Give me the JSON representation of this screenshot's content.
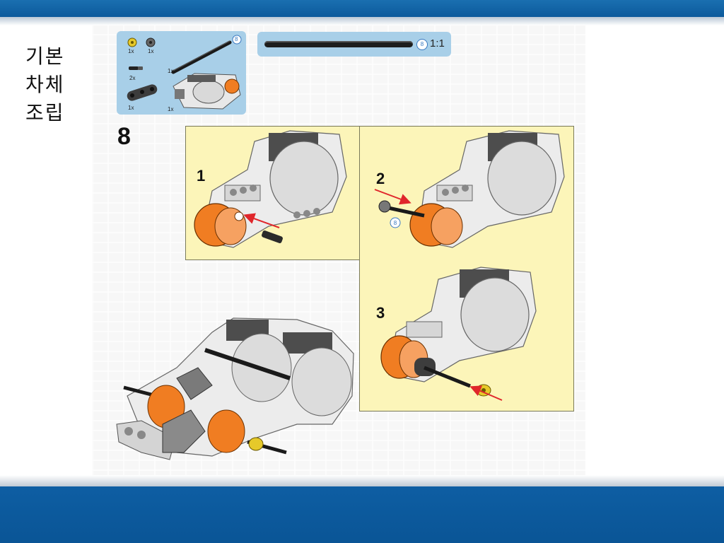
{
  "slide": {
    "title_lines": [
      "기본",
      "차체",
      "조립"
    ]
  },
  "parts_callout": {
    "items": [
      {
        "icon": "yellow-bushing-icon",
        "qty": "1x"
      },
      {
        "icon": "dark-bushing-icon",
        "qty": "1x"
      },
      {
        "icon": "axle-8-icon",
        "qty": "1x"
      },
      {
        "icon": "pin-icon",
        "qty": "2x"
      },
      {
        "icon": "beam-3-icon",
        "qty": "1x"
      },
      {
        "icon": "servo-motor-icon",
        "qty": "1x"
      }
    ],
    "badge": "8"
  },
  "axle_scale": {
    "badge": "8",
    "scale": "1:1"
  },
  "step": {
    "number": "8",
    "substeps": [
      {
        "number": "1"
      },
      {
        "number": "2",
        "badge": "8"
      },
      {
        "number": "3"
      }
    ]
  },
  "colors": {
    "slide_bar": "#0c5a9c",
    "callout_blue": "#a8cfe8",
    "substep_yellow": "#fcf5b9",
    "hub_orange": "#f07d22",
    "motor_white": "#e8e8e8",
    "arrow_red": "#e0262b"
  }
}
